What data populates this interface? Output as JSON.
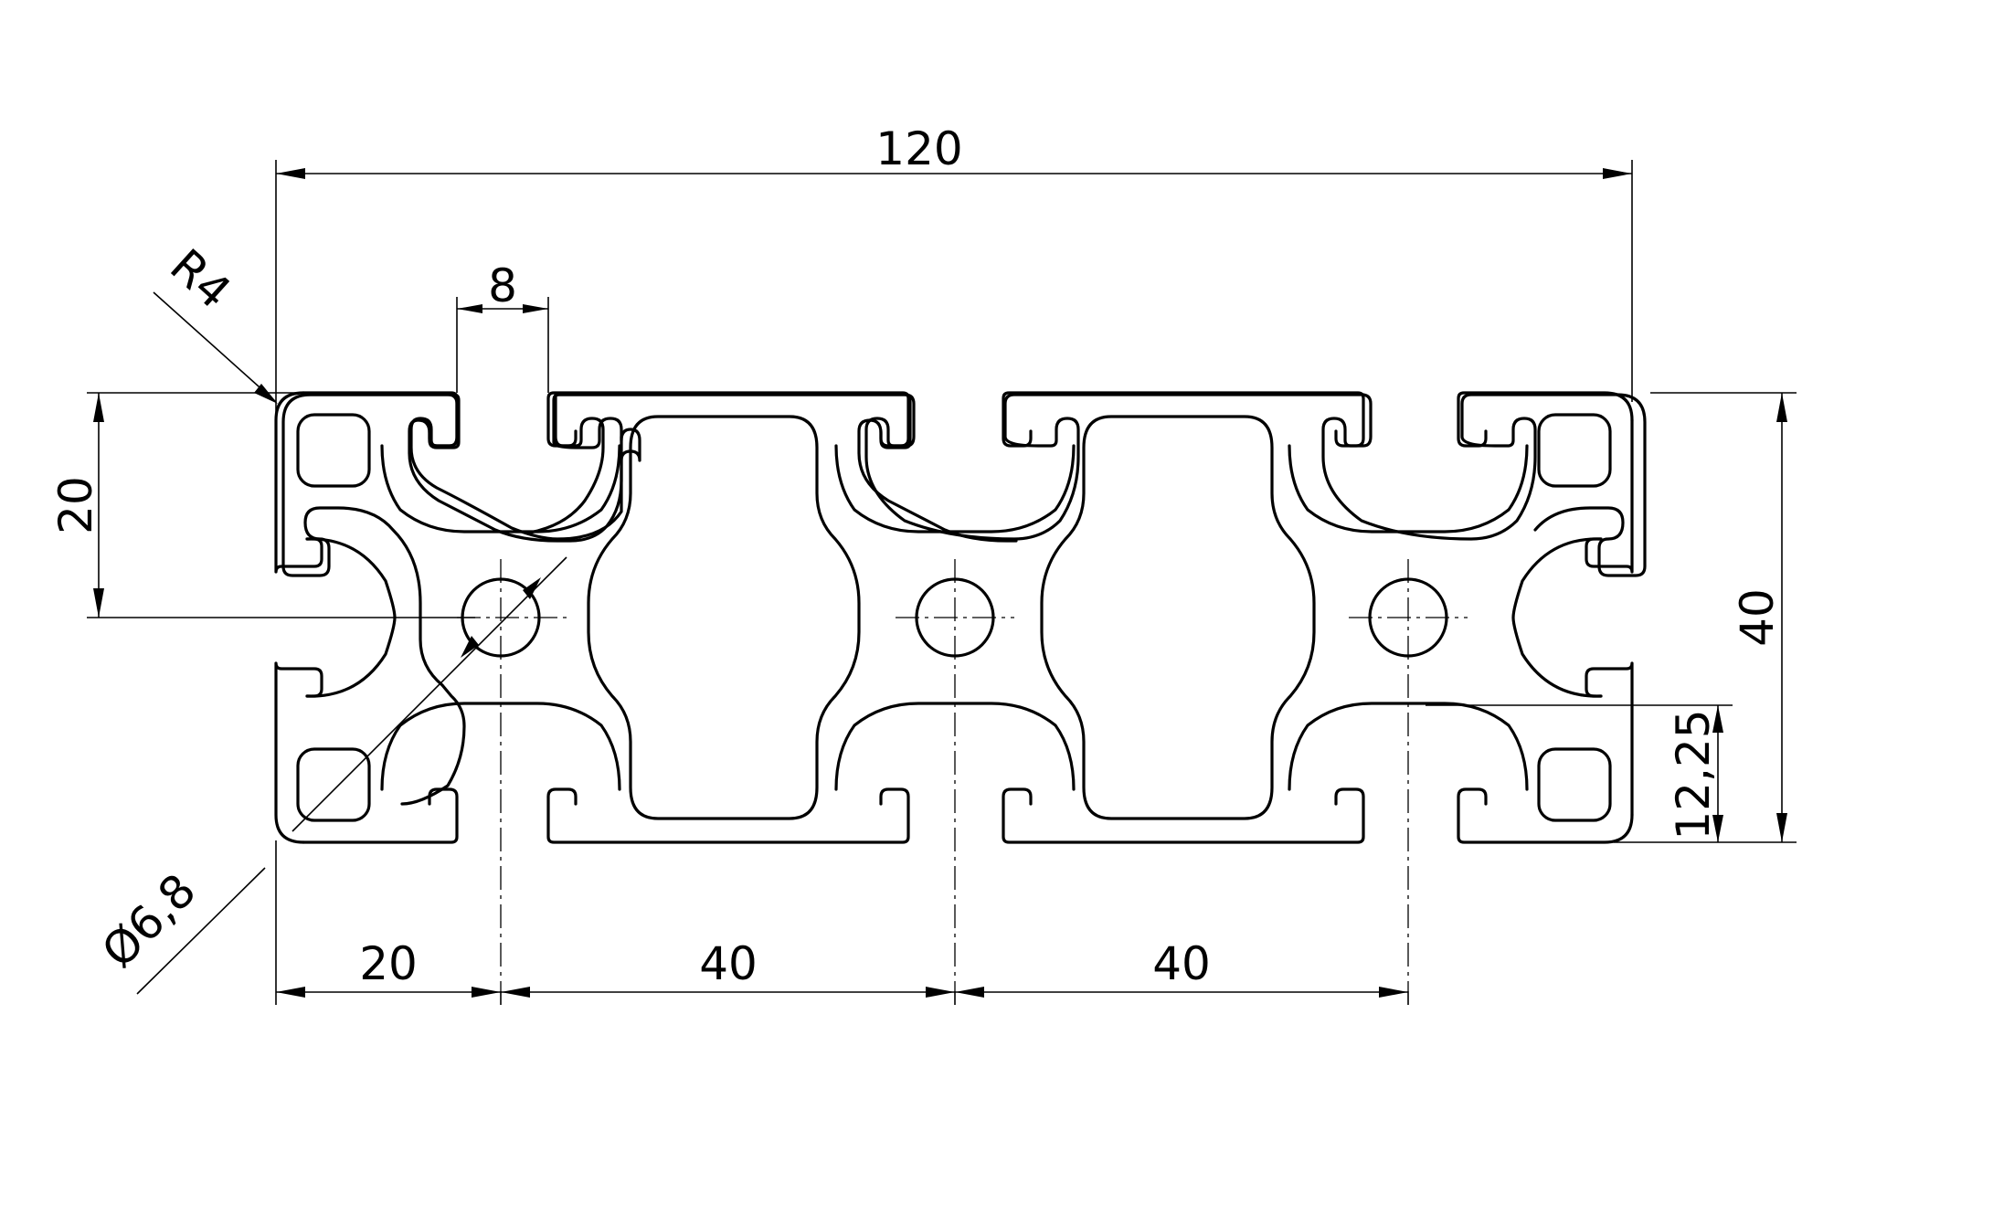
{
  "dimensions": {
    "overall_width": "120",
    "overall_height": "40",
    "slot_width": "8",
    "half_height": "20",
    "corner_radius": "R4",
    "bore_diameter": "Ø6,8",
    "pitch_first": "20",
    "pitch_second": "40",
    "pitch_third": "40",
    "slot_depth": "12,25"
  },
  "colors": {
    "line": "#000000",
    "background": "#ffffff"
  }
}
